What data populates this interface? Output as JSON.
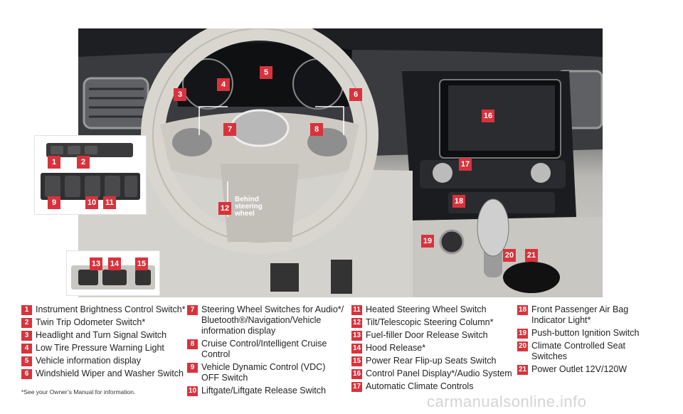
{
  "callouts": {
    "c3": "3",
    "c4": "4",
    "c5": "5",
    "c6": "6",
    "c7": "7",
    "c8": "8",
    "c12": "12",
    "c16": "16",
    "c17": "17",
    "c18": "18",
    "c19": "19",
    "c20": "20",
    "c21": "21",
    "c1": "1",
    "c2": "2",
    "c9": "9",
    "c10": "10",
    "c11": "11",
    "c13": "13",
    "c14": "14",
    "c15": "15"
  },
  "behind_label": [
    "Behind",
    "steering",
    "wheel"
  ],
  "legend": {
    "col1": [
      {
        "n": "1",
        "t": "Instrument Brightness Control Switch*"
      },
      {
        "n": "2",
        "t": "Twin Trip Odometer Switch*"
      },
      {
        "n": "3",
        "t": "Headlight and Turn Signal Switch"
      },
      {
        "n": "4",
        "t": "Low Tire Pressure Warning Light"
      },
      {
        "n": "5",
        "t": "Vehicle information display"
      },
      {
        "n": "6",
        "t": "Windshield Wiper and Washer Switch"
      }
    ],
    "col2": [
      {
        "n": "7",
        "t": "Steering Wheel Switches for Audio*/ Bluetooth®/Navigation/Vehicle information display"
      },
      {
        "n": "8",
        "t": "Cruise Control/Intelligent Cruise Control"
      },
      {
        "n": "9",
        "t": "Vehicle Dynamic Control (VDC) OFF Switch"
      },
      {
        "n": "10",
        "t": "Liftgate/Liftgate Release Switch"
      }
    ],
    "col3": [
      {
        "n": "11",
        "t": "Heated Steering Wheel Switch"
      },
      {
        "n": "12",
        "t": "Tilt/Telescopic Steering Column*"
      },
      {
        "n": "13",
        "t": "Fuel-filler Door Release Switch"
      },
      {
        "n": "14",
        "t": "Hood Release*"
      },
      {
        "n": "15",
        "t": "Power Rear Flip-up Seats Switch"
      },
      {
        "n": "16",
        "t": "Control Panel Display*/Audio System"
      },
      {
        "n": "17",
        "t": "Automatic Climate Controls"
      }
    ],
    "col4": [
      {
        "n": "18",
        "t": "Front Passenger Air Bag Indicator Light*"
      },
      {
        "n": "19",
        "t": "Push-button Ignition Switch"
      },
      {
        "n": "20",
        "t": "Climate Controlled Seat Switches"
      },
      {
        "n": "21",
        "t": "Power Outlet 12V/120W"
      }
    ]
  },
  "footnote": "*See your Owner’s Manual for information.",
  "watermark": "carmanualsonline.info",
  "colors": {
    "accent": "#d8333c"
  }
}
